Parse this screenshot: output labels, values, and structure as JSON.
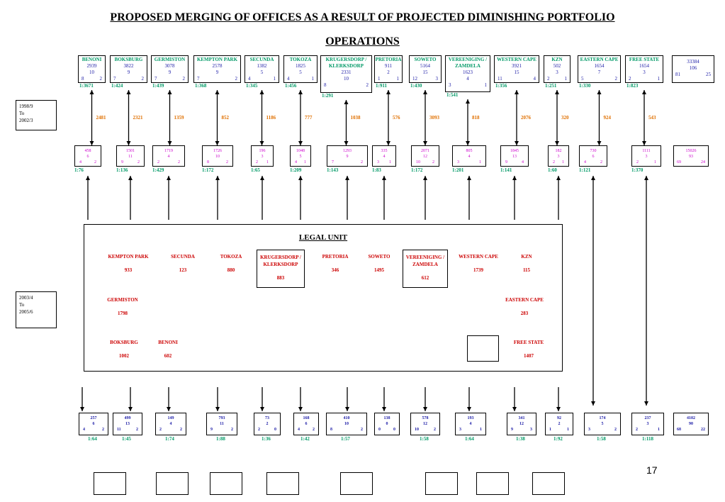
{
  "title_line1": "PROPOSED MERGING OF OFFICES AS A RESULT OF PROJECTED DIMINISHING PORTFOLIO",
  "title_line2": "OPERATIONS",
  "period1": [
    "1998/9",
    "To",
    "2002/3"
  ],
  "period2": [
    "2003/4",
    "To",
    "2005/6"
  ],
  "page_number": "17",
  "legal_title": "LEGAL UNIT",
  "top_row": [
    {
      "name": "BENONI",
      "total": "2939",
      "mid": "10",
      "a": "8",
      "b": "2",
      "ratio": "1:3671",
      "change": "2481"
    },
    {
      "name": "BOKSBURG",
      "total": "3822",
      "mid": "9",
      "a": "7",
      "b": "2",
      "ratio": "1:424",
      "change": "2321"
    },
    {
      "name": "GERMISTON",
      "total": "3078",
      "mid": "9",
      "a": "7",
      "b": "2",
      "ratio": "1:439",
      "change": "1359"
    },
    {
      "name": "KEMPTON PARK",
      "total": "2578",
      "mid": "9",
      "a": "7",
      "b": "2",
      "ratio": "1:368",
      "change": "852"
    },
    {
      "name": "SECUNDA",
      "total": "1382",
      "mid": "5",
      "a": "4",
      "b": "1",
      "ratio": "1:345",
      "change": "1186"
    },
    {
      "name": "TOKOZA",
      "total": "1825",
      "mid": "5",
      "a": "4",
      "b": "1",
      "ratio": "1:456",
      "change": "777"
    },
    {
      "name": "KRUGERSDORP / KLERKSDORP",
      "total": "2331",
      "mid": "10",
      "a": "8",
      "b": "2",
      "ratio": "1:291",
      "change": "1038"
    },
    {
      "name": "PRETORIA",
      "total": "911",
      "mid": "2",
      "a": "1",
      "b": "1",
      "ratio": "1:911",
      "change": "576"
    },
    {
      "name": "SOWETO",
      "total": "5164",
      "mid": "15",
      "a": "12",
      "b": "3",
      "ratio": "1:430",
      "change": "3093"
    },
    {
      "name": "VEREENIGING / ZAMDELA",
      "total": "1623",
      "mid": "4",
      "a": "3",
      "b": "1",
      "ratio": "1:541",
      "change": "818"
    },
    {
      "name": "WESTERN CAPE",
      "total": "3921",
      "mid": "15",
      "a": "11",
      "b": "4",
      "ratio": "1:356",
      "change": "2076"
    },
    {
      "name": "KZN",
      "total": "502",
      "mid": "3",
      "a": "2",
      "b": "1",
      "ratio": "1:251",
      "change": "320"
    },
    {
      "name": "EASTERN CAPE",
      "total": "1654",
      "mid": "7",
      "a": "5",
      "b": "2",
      "ratio": "1:330",
      "change": "924"
    },
    {
      "name": "FREE STATE",
      "total": "1654",
      "mid": "3",
      "a": "2",
      "b": "1",
      "ratio": "1:823",
      "change": "543"
    }
  ],
  "top_total": {
    "total": "33384",
    "mid": "106",
    "a": "81",
    "b": "25"
  },
  "mid_row": [
    {
      "total": "458",
      "mid": "6",
      "a": "4",
      "b": "2",
      "ratio": "1:76"
    },
    {
      "total": "1501",
      "mid": "11",
      "a": "9",
      "b": "2",
      "ratio": "1:136"
    },
    {
      "total": "1719",
      "mid": "4",
      "a": "2",
      "b": "2",
      "ratio": "1:429"
    },
    {
      "total": "1726",
      "mid": "10",
      "a": "8",
      "b": "2",
      "ratio": "1:172"
    },
    {
      "total": "196",
      "mid": "3",
      "a": "2",
      "b": "1",
      "ratio": "1:65"
    },
    {
      "total": "1048",
      "mid": "5",
      "a": "4",
      "b": "1",
      "ratio": "1:209"
    },
    {
      "total": "1293",
      "mid": "9",
      "a": "7",
      "b": "2",
      "ratio": "1:143"
    },
    {
      "total": "335",
      "mid": "4",
      "a": "3",
      "b": "1",
      "ratio": "1:83"
    },
    {
      "total": "2071",
      "mid": "12",
      "a": "10",
      "b": "2",
      "ratio": "1:172"
    },
    {
      "total": "805",
      "mid": "4",
      "a": "3",
      "b": "1",
      "ratio": "1:201"
    },
    {
      "total": "1845",
      "mid": "13",
      "a": "9",
      "b": "4",
      "ratio": "1:141"
    },
    {
      "total": "182",
      "mid": "3",
      "a": "2",
      "b": "1",
      "ratio": "1:60"
    },
    {
      "total": "730",
      "mid": "6",
      "a": "4",
      "b": "2",
      "ratio": "1:121"
    },
    {
      "total": "1111",
      "mid": "3",
      "a": "2",
      "b": "1",
      "ratio": "1:370"
    }
  ],
  "mid_total": {
    "total": "15026",
    "mid": "93",
    "a": "69",
    "b": "24"
  },
  "legal_offices": [
    {
      "name": "KEMPTON PARK",
      "value": "933"
    },
    {
      "name": "SECUNDA",
      "value": "123"
    },
    {
      "name": "TOKOZA",
      "value": "880"
    },
    {
      "name": "KRUGERSDORP / KLERKSDORP",
      "value": "883"
    },
    {
      "name": "PRETORIA",
      "value": "346"
    },
    {
      "name": "SOWETO",
      "value": "1495"
    },
    {
      "name": "VEREENIGING / ZAMDELA",
      "value": "612"
    },
    {
      "name": "WESTERN CAPE",
      "value": "1739"
    },
    {
      "name": "KZN",
      "value": "115"
    },
    {
      "name": "GERMISTON",
      "value": "1798"
    },
    {
      "name": "EASTERN CAPE",
      "value": "283"
    },
    {
      "name": "BOKSBURG",
      "value": "1002"
    },
    {
      "name": "BENONI",
      "value": "602"
    },
    {
      "name": "FREE STATE",
      "value": "1407"
    }
  ],
  "bottom_row": [
    {
      "total": "257",
      "mid": "6",
      "a": "4",
      "b": "2",
      "ratio": "1:64"
    },
    {
      "total": "499",
      "mid": "13",
      "a": "11",
      "b": "2",
      "ratio": "1:45"
    },
    {
      "total": "149",
      "mid": "4",
      "a": "2",
      "b": "2",
      "ratio": "1:74"
    },
    {
      "total": "793",
      "mid": "11",
      "a": "9",
      "b": "2",
      "ratio": "1:88"
    },
    {
      "total": "73",
      "mid": "2",
      "a": "2",
      "b": "0",
      "ratio": "1:36"
    },
    {
      "total": "168",
      "mid": "6",
      "a": "4",
      "b": "2",
      "ratio": "1:42"
    },
    {
      "total": "410",
      "mid": "10",
      "a": "8",
      "b": "2",
      "ratio": "1:57"
    },
    {
      "total": "138",
      "mid": "0",
      "a": "0",
      "b": "0",
      "ratio": ""
    },
    {
      "total": "578",
      "mid": "12",
      "a": "10",
      "b": "2",
      "ratio": "1:58"
    },
    {
      "total": "193",
      "mid": "4",
      "a": "3",
      "b": "1",
      "ratio": "1:64"
    },
    {
      "total": "341",
      "mid": "12",
      "a": "9",
      "b": "3",
      "ratio": "1:38"
    },
    {
      "total": "92",
      "mid": "2",
      "a": "1",
      "b": "1",
      "ratio": "1:92"
    },
    {
      "total": "174",
      "mid": "5",
      "a": "3",
      "b": "2",
      "ratio": "1:58"
    },
    {
      "total": "237",
      "mid": "3",
      "a": "2",
      "b": "1",
      "ratio": "1:118"
    }
  ],
  "bottom_total": {
    "total": "4102",
    "mid": "90",
    "a": "68",
    "b": "22"
  }
}
